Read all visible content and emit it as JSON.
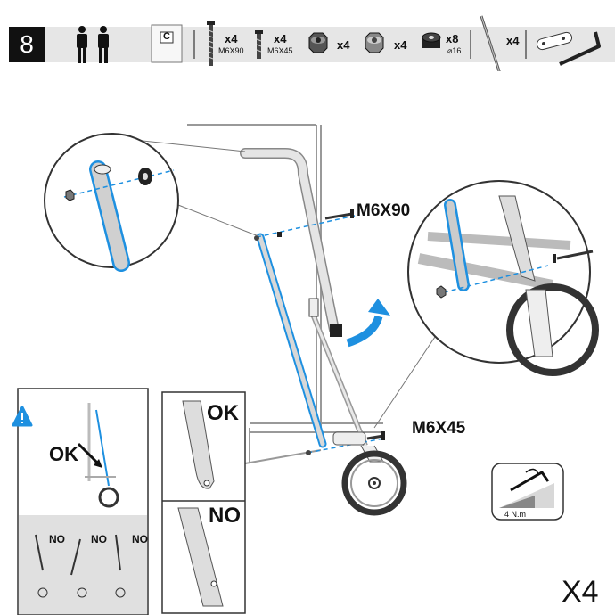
{
  "step": {
    "number": "8"
  },
  "parts": {
    "bag_letter": "C",
    "screw_long": {
      "qty": "x4",
      "spec": "M6X90"
    },
    "screw_short": {
      "qty": "x4",
      "spec": "M6X45"
    },
    "nut_a": {
      "qty": "x4"
    },
    "nut_b": {
      "qty": "x4"
    },
    "spacer": {
      "qty": "x8",
      "spec": "⌀16"
    },
    "rod": {
      "qty": "x4"
    }
  },
  "callouts": {
    "upper_screw": "M6X90",
    "lower_screw": "M6X45"
  },
  "warning": {
    "ok_label": "OK",
    "no_labels": [
      "NO",
      "NO",
      "NO"
    ]
  },
  "comparison": {
    "ok_label": "OK",
    "no_label": "NO"
  },
  "torque": {
    "value": "4 N.m"
  },
  "repeat": {
    "label": "X4"
  },
  "colors": {
    "accent_blue": "#1e90e0",
    "header_gray": "#e6e6e6",
    "dark": "#111111"
  }
}
